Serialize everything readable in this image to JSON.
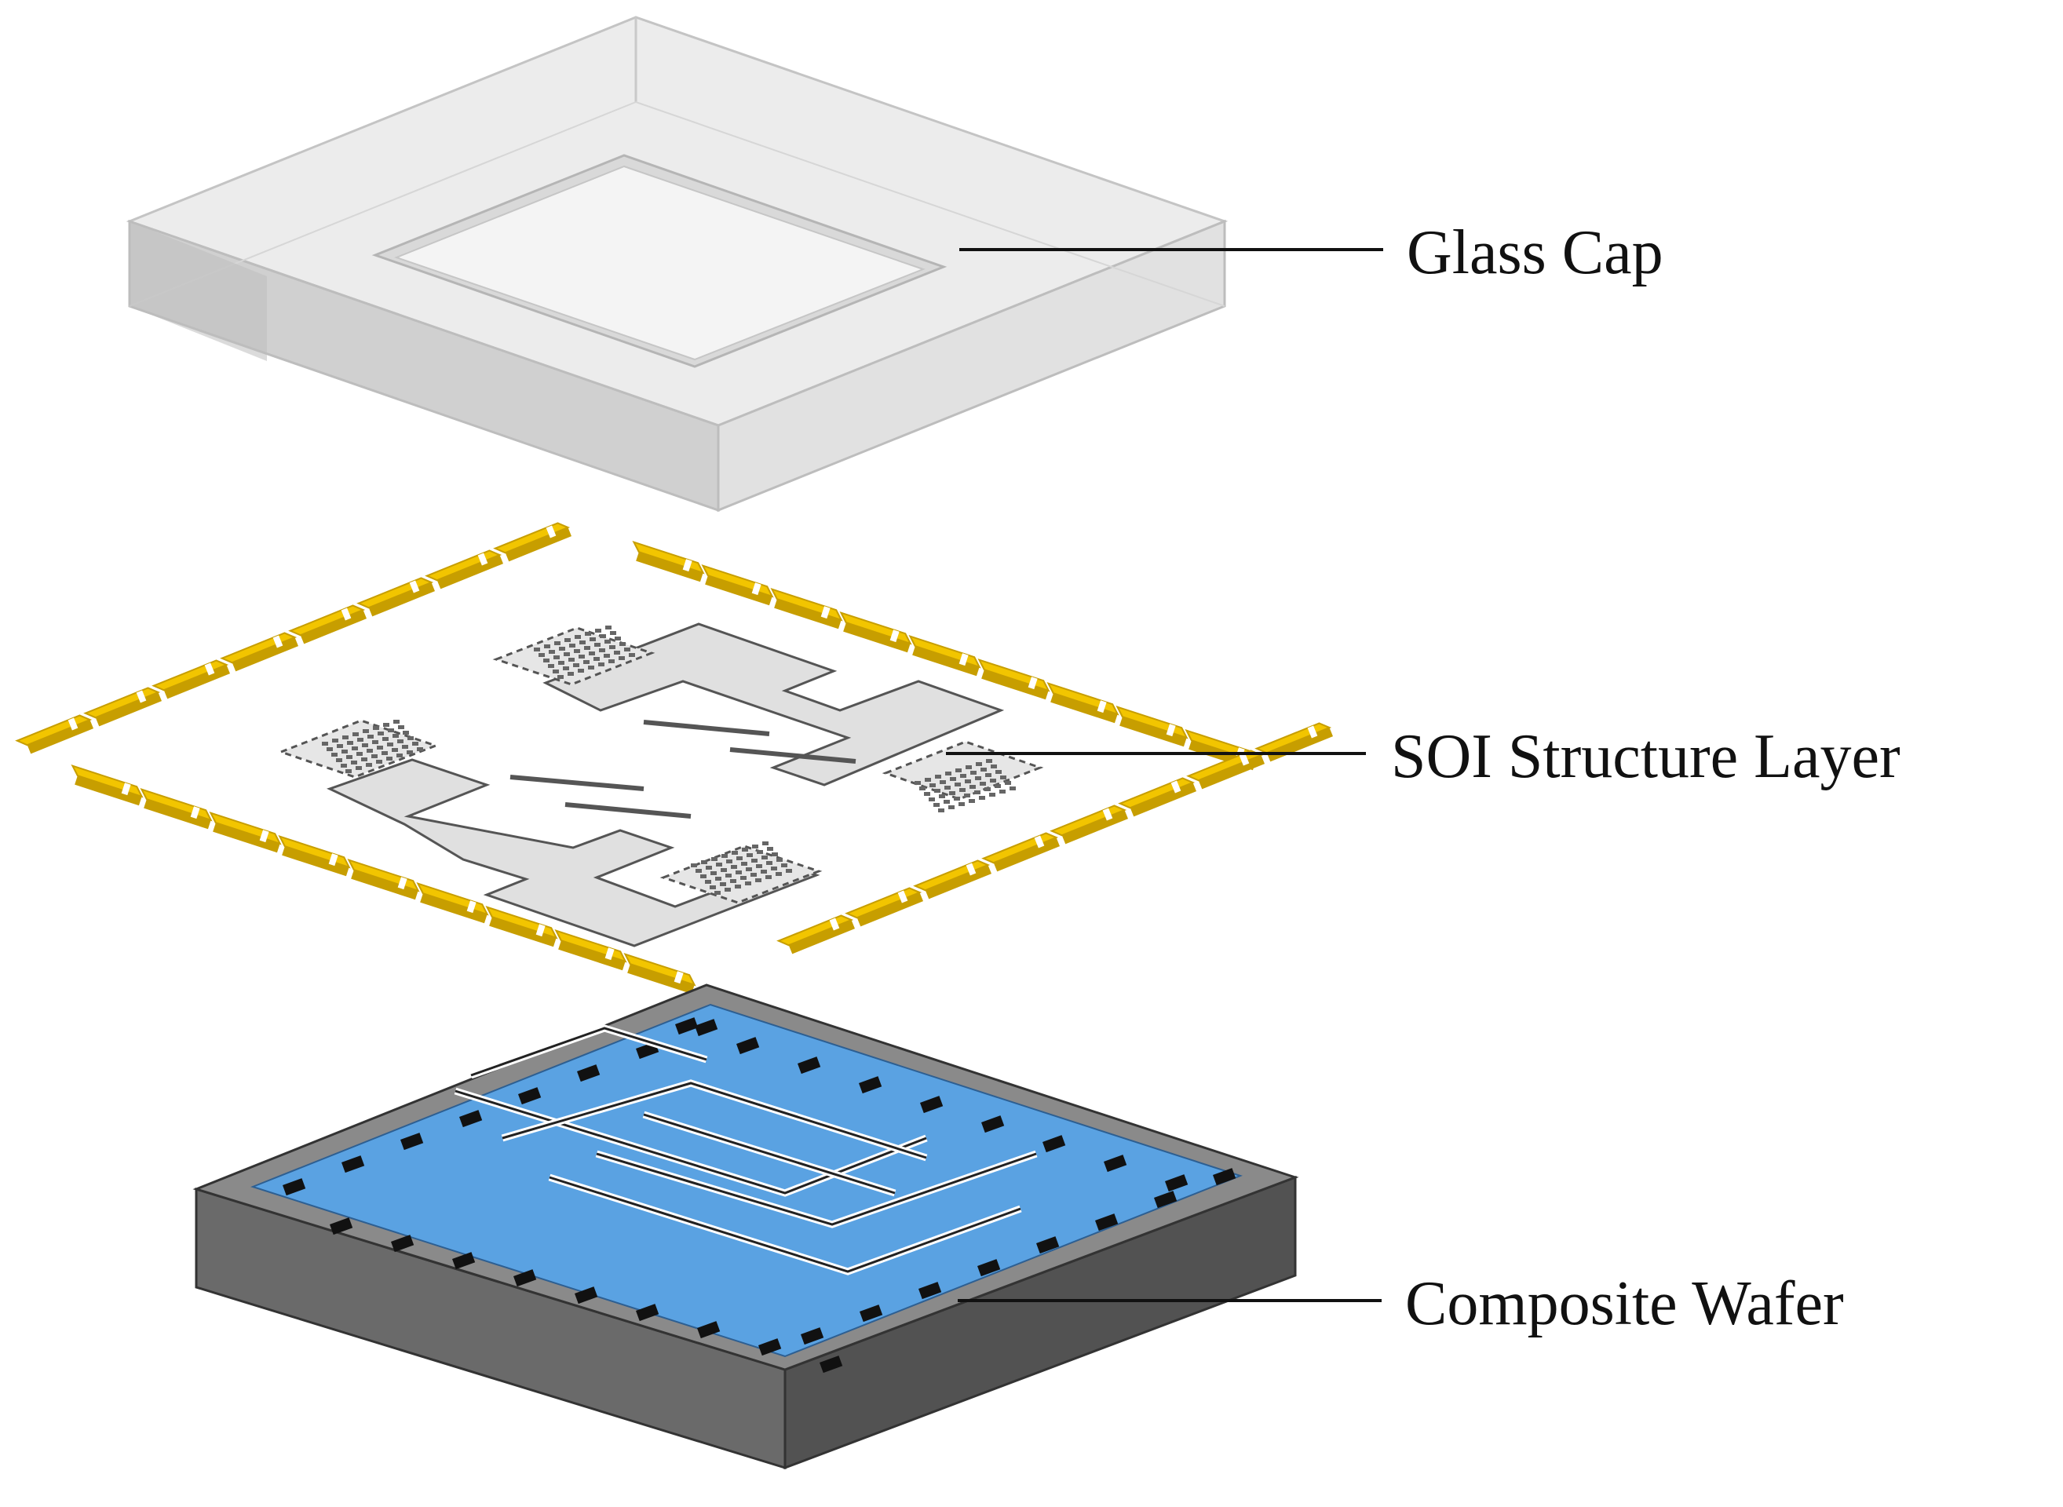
{
  "labels": {
    "glass_cap": "Glass Cap",
    "soi_layer": "SOI Structure Layer",
    "composite_wafer": "Composite Wafer"
  },
  "colors": {
    "glass_top": "#ebebeb",
    "glass_side": "#dadada",
    "glass_front": "#c8c8c8",
    "pad_gold": "#f2c500",
    "pad_gold_dark": "#c79e00",
    "soi_grey": "#dedede",
    "wafer_blue": "#5aa2e2",
    "wafer_side_dark": "#525252",
    "wafer_side_light": "#6e6e6e",
    "leader_line": "#111111"
  },
  "icons": {
    "glass_cap": "glass-cap-layer",
    "soi": "soi-structure-layer",
    "wafer": "composite-wafer-layer"
  }
}
